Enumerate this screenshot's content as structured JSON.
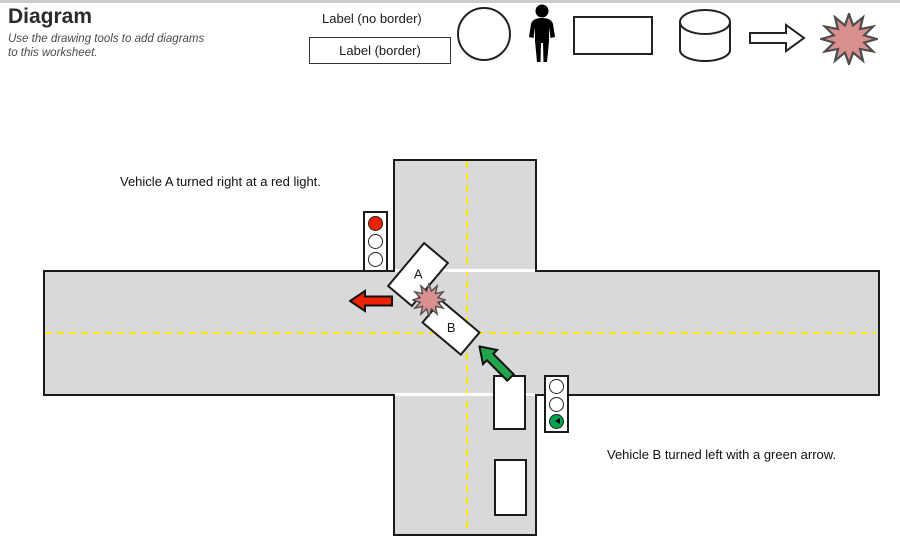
{
  "header": {
    "title": "Diagram",
    "subtitle_line1": "Use the drawing tools to add diagrams",
    "subtitle_line2": "to this worksheet."
  },
  "toolbar": {
    "label_no_border": "Label (no border)",
    "label_border": "Label (border)",
    "shape_icons": [
      "circle-icon",
      "person-icon",
      "rectangle-icon",
      "cylinder-icon",
      "arrow-right-icon",
      "starburst-icon"
    ]
  },
  "canvas": {
    "note_a": "Vehicle A turned right at a red light.",
    "note_b": "Vehicle B turned left with a green arrow.",
    "vehicle_a_label": "A",
    "vehicle_b_label": "B"
  },
  "colors": {
    "road_fill": "#d9d9d9",
    "road_border": "#1a1a1a",
    "center_line": "#ffe600",
    "stop_line": "#ffffff",
    "arrow_red": "#ee2200",
    "arrow_green": "#21a44a",
    "signal_red": "#ee2200",
    "signal_green": "#00a24d",
    "collision_fill": "#d9908f",
    "collision_stroke": "#4d4d4d"
  }
}
